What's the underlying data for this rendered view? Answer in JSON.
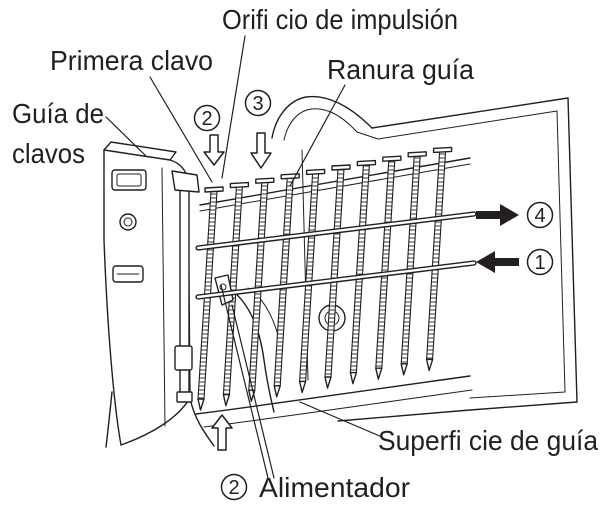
{
  "labels": {
    "drive_hole": "Orifi cio de impulsión",
    "first_nail": "Primera clavo",
    "guide_groove": "Ranura guía",
    "nail_guide_line1": "Guía de",
    "nail_guide_line2": "clavos",
    "guide_surface": "Superfi cie de guía",
    "feeder": "Alimentador"
  },
  "steps": {
    "circled_2_top": "2",
    "circled_3": "3",
    "circled_4": "4",
    "circled_1": "1",
    "circled_2_bottom": "2"
  },
  "colors": {
    "ink": "#231f20",
    "paper": "#ffffff"
  }
}
